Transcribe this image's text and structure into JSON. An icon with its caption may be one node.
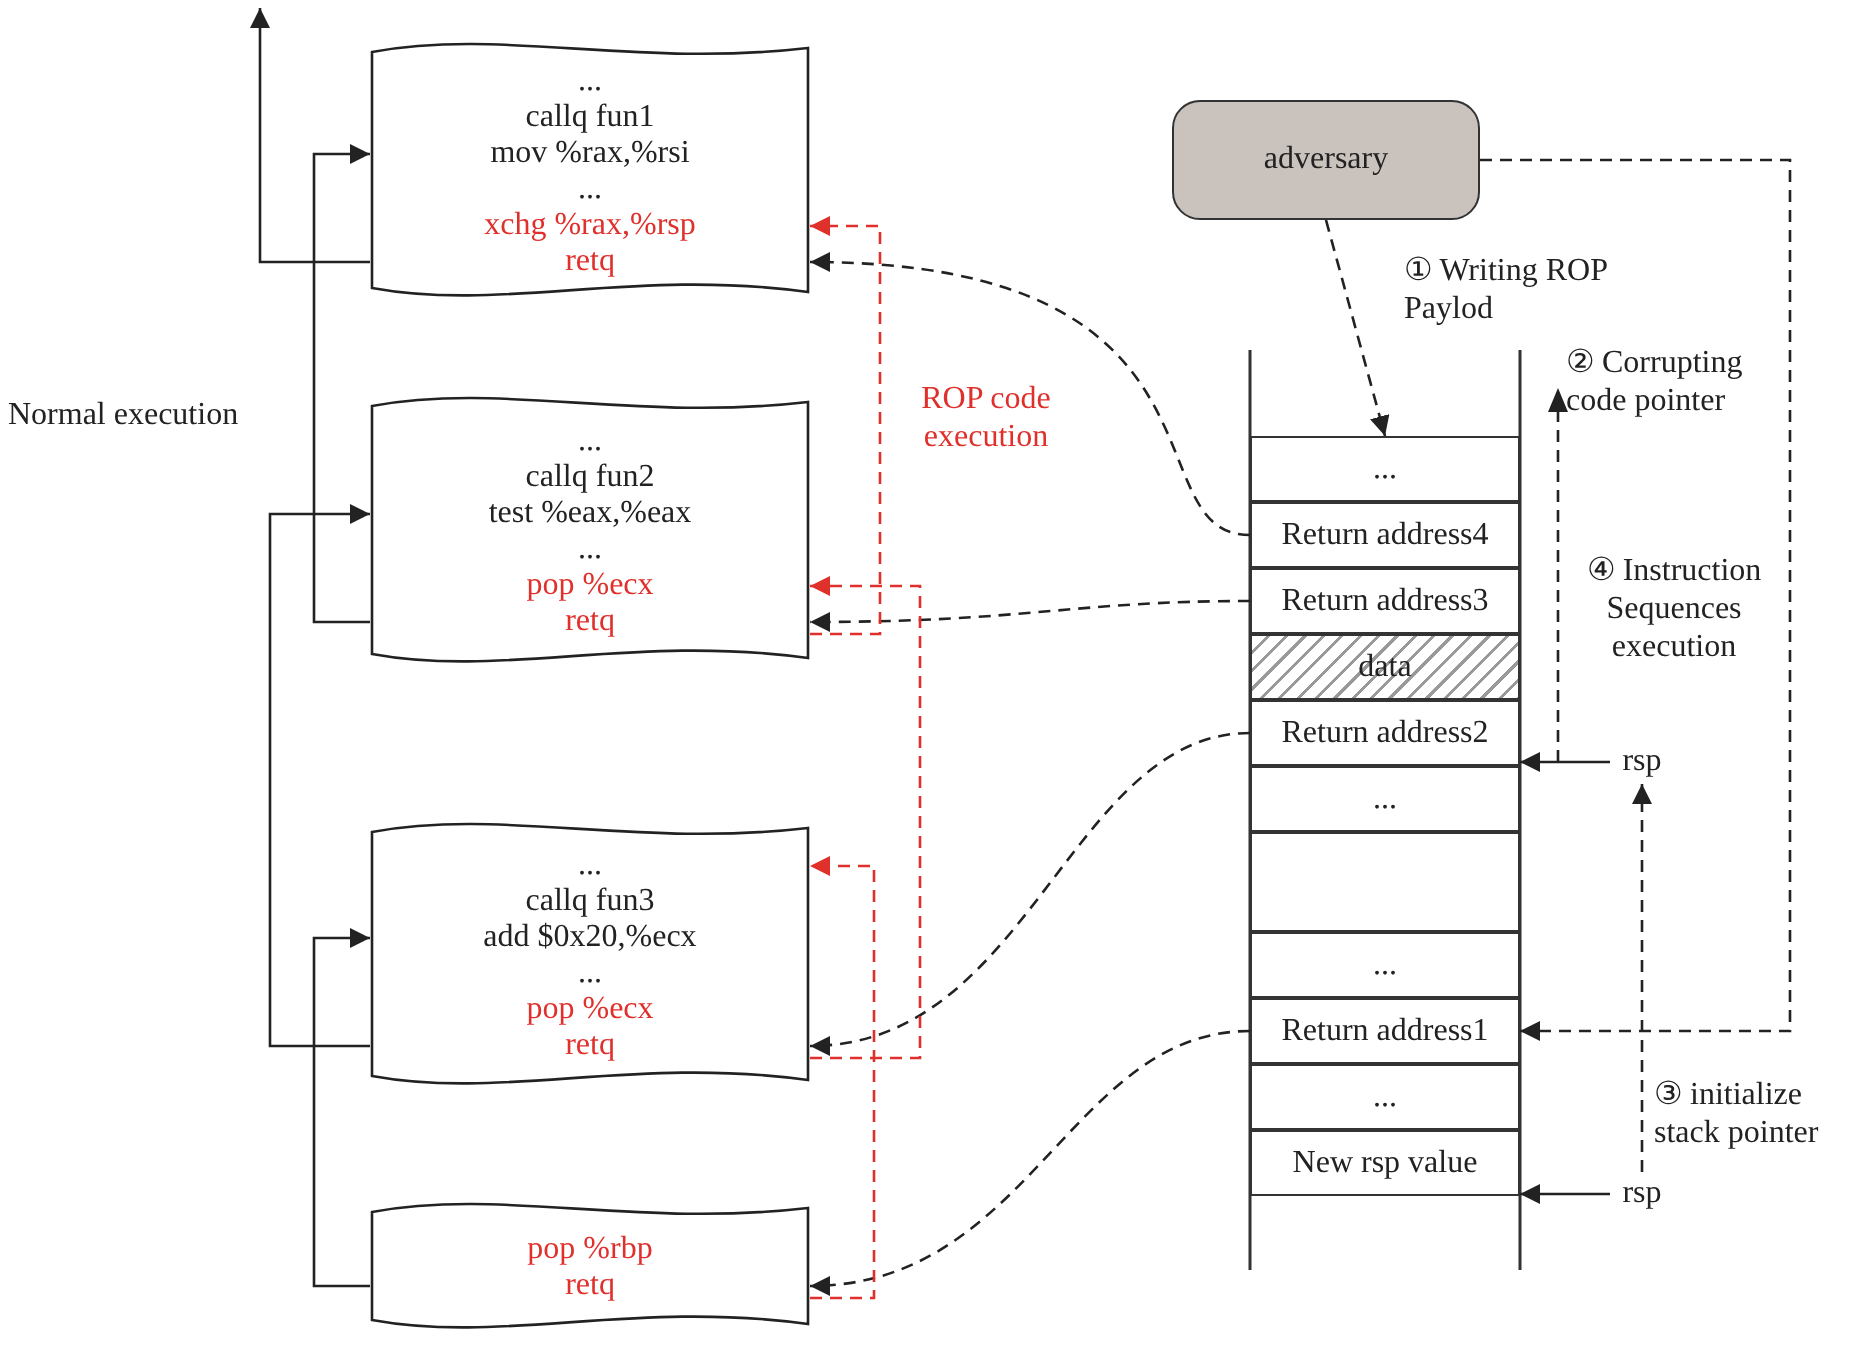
{
  "diagram": {
    "nodes": [
      {
        "text": [
          "...",
          "callq fun1",
          "mov %rax,%rsi",
          "...",
          "xchg %rax,%rsp",
          "retq"
        ]
      },
      {
        "text": [
          "...",
          "callq fun2",
          "test %eax,%eax",
          "...",
          "pop %ecx",
          "retq"
        ]
      },
      {
        "text": [
          "...",
          "callq fun3",
          "add $0x20,%ecx",
          "...",
          "pop %ecx",
          "retq"
        ]
      },
      {
        "text": [
          "pop %rbp",
          "retq"
        ]
      },
      {
        "text": [
          "adversary"
        ]
      },
      {
        "text": [
          "..."
        ]
      },
      {
        "text": [
          "Return address4"
        ]
      },
      {
        "text": [
          "Return address3"
        ]
      },
      {
        "text": [
          "data"
        ]
      },
      {
        "text": [
          "Return address2"
        ]
      },
      {
        "text": [
          "..."
        ]
      },
      {
        "text": [],
        "shape": "box"
      },
      {
        "text": [
          "..."
        ]
      },
      {
        "text": [
          "Return address1"
        ]
      },
      {
        "text": [
          "..."
        ]
      },
      {
        "text": [
          "New rsp value"
        ]
      },
      {
        "text": [
          "rsp"
        ]
      },
      {
        "text": [
          "rsp"
        ]
      }
    ],
    "edges": [
      {
        "from": 0,
        "to": null,
        "arrow": "to"
      },
      {
        "from": 1,
        "to": 0,
        "arrow": "to"
      },
      {
        "from": 2,
        "to": 1,
        "arrow": "to"
      },
      {
        "from": 3,
        "to": 2,
        "arrow": "to"
      },
      {
        "from": 6,
        "to": 0,
        "arrow": "to",
        "style": "dashed"
      },
      {
        "from": 7,
        "to": 1,
        "arrow": "to",
        "style": "dashed"
      },
      {
        "from": 9,
        "to": 2,
        "arrow": "to",
        "style": "dashed"
      },
      {
        "from": 13,
        "to": 3,
        "arrow": "to",
        "style": "dashed"
      },
      {
        "from": 3,
        "to": 2,
        "arrow": "to",
        "style": "dashed",
        "color": "#e0302c"
      },
      {
        "from": 2,
        "to": 1,
        "arrow": "to",
        "style": "dashed",
        "color": "#e0302c"
      },
      {
        "from": 1,
        "to": 0,
        "arrow": "to",
        "style": "dashed",
        "color": "#e0302c"
      },
      {
        "from": 4,
        "to": 5,
        "arrow": "to",
        "style": "dashed",
        "label": "① Writing ROP Paylod"
      },
      {
        "from": 4,
        "to": 13,
        "arrow": "to",
        "style": "dashed"
      },
      {
        "from": 16,
        "to": 9,
        "arrow": "to"
      },
      {
        "from": 17,
        "to": 15,
        "arrow": "to"
      },
      {
        "from": 17,
        "to": 16,
        "arrow": "to",
        "style": "dashed",
        "label": "③ initialize stack pointer"
      }
    ],
    "labels": [
      "Normal execution",
      "ROP code execution",
      "② Corrupting code pointer",
      "④ Instruction Sequences execution"
    ]
  }
}
